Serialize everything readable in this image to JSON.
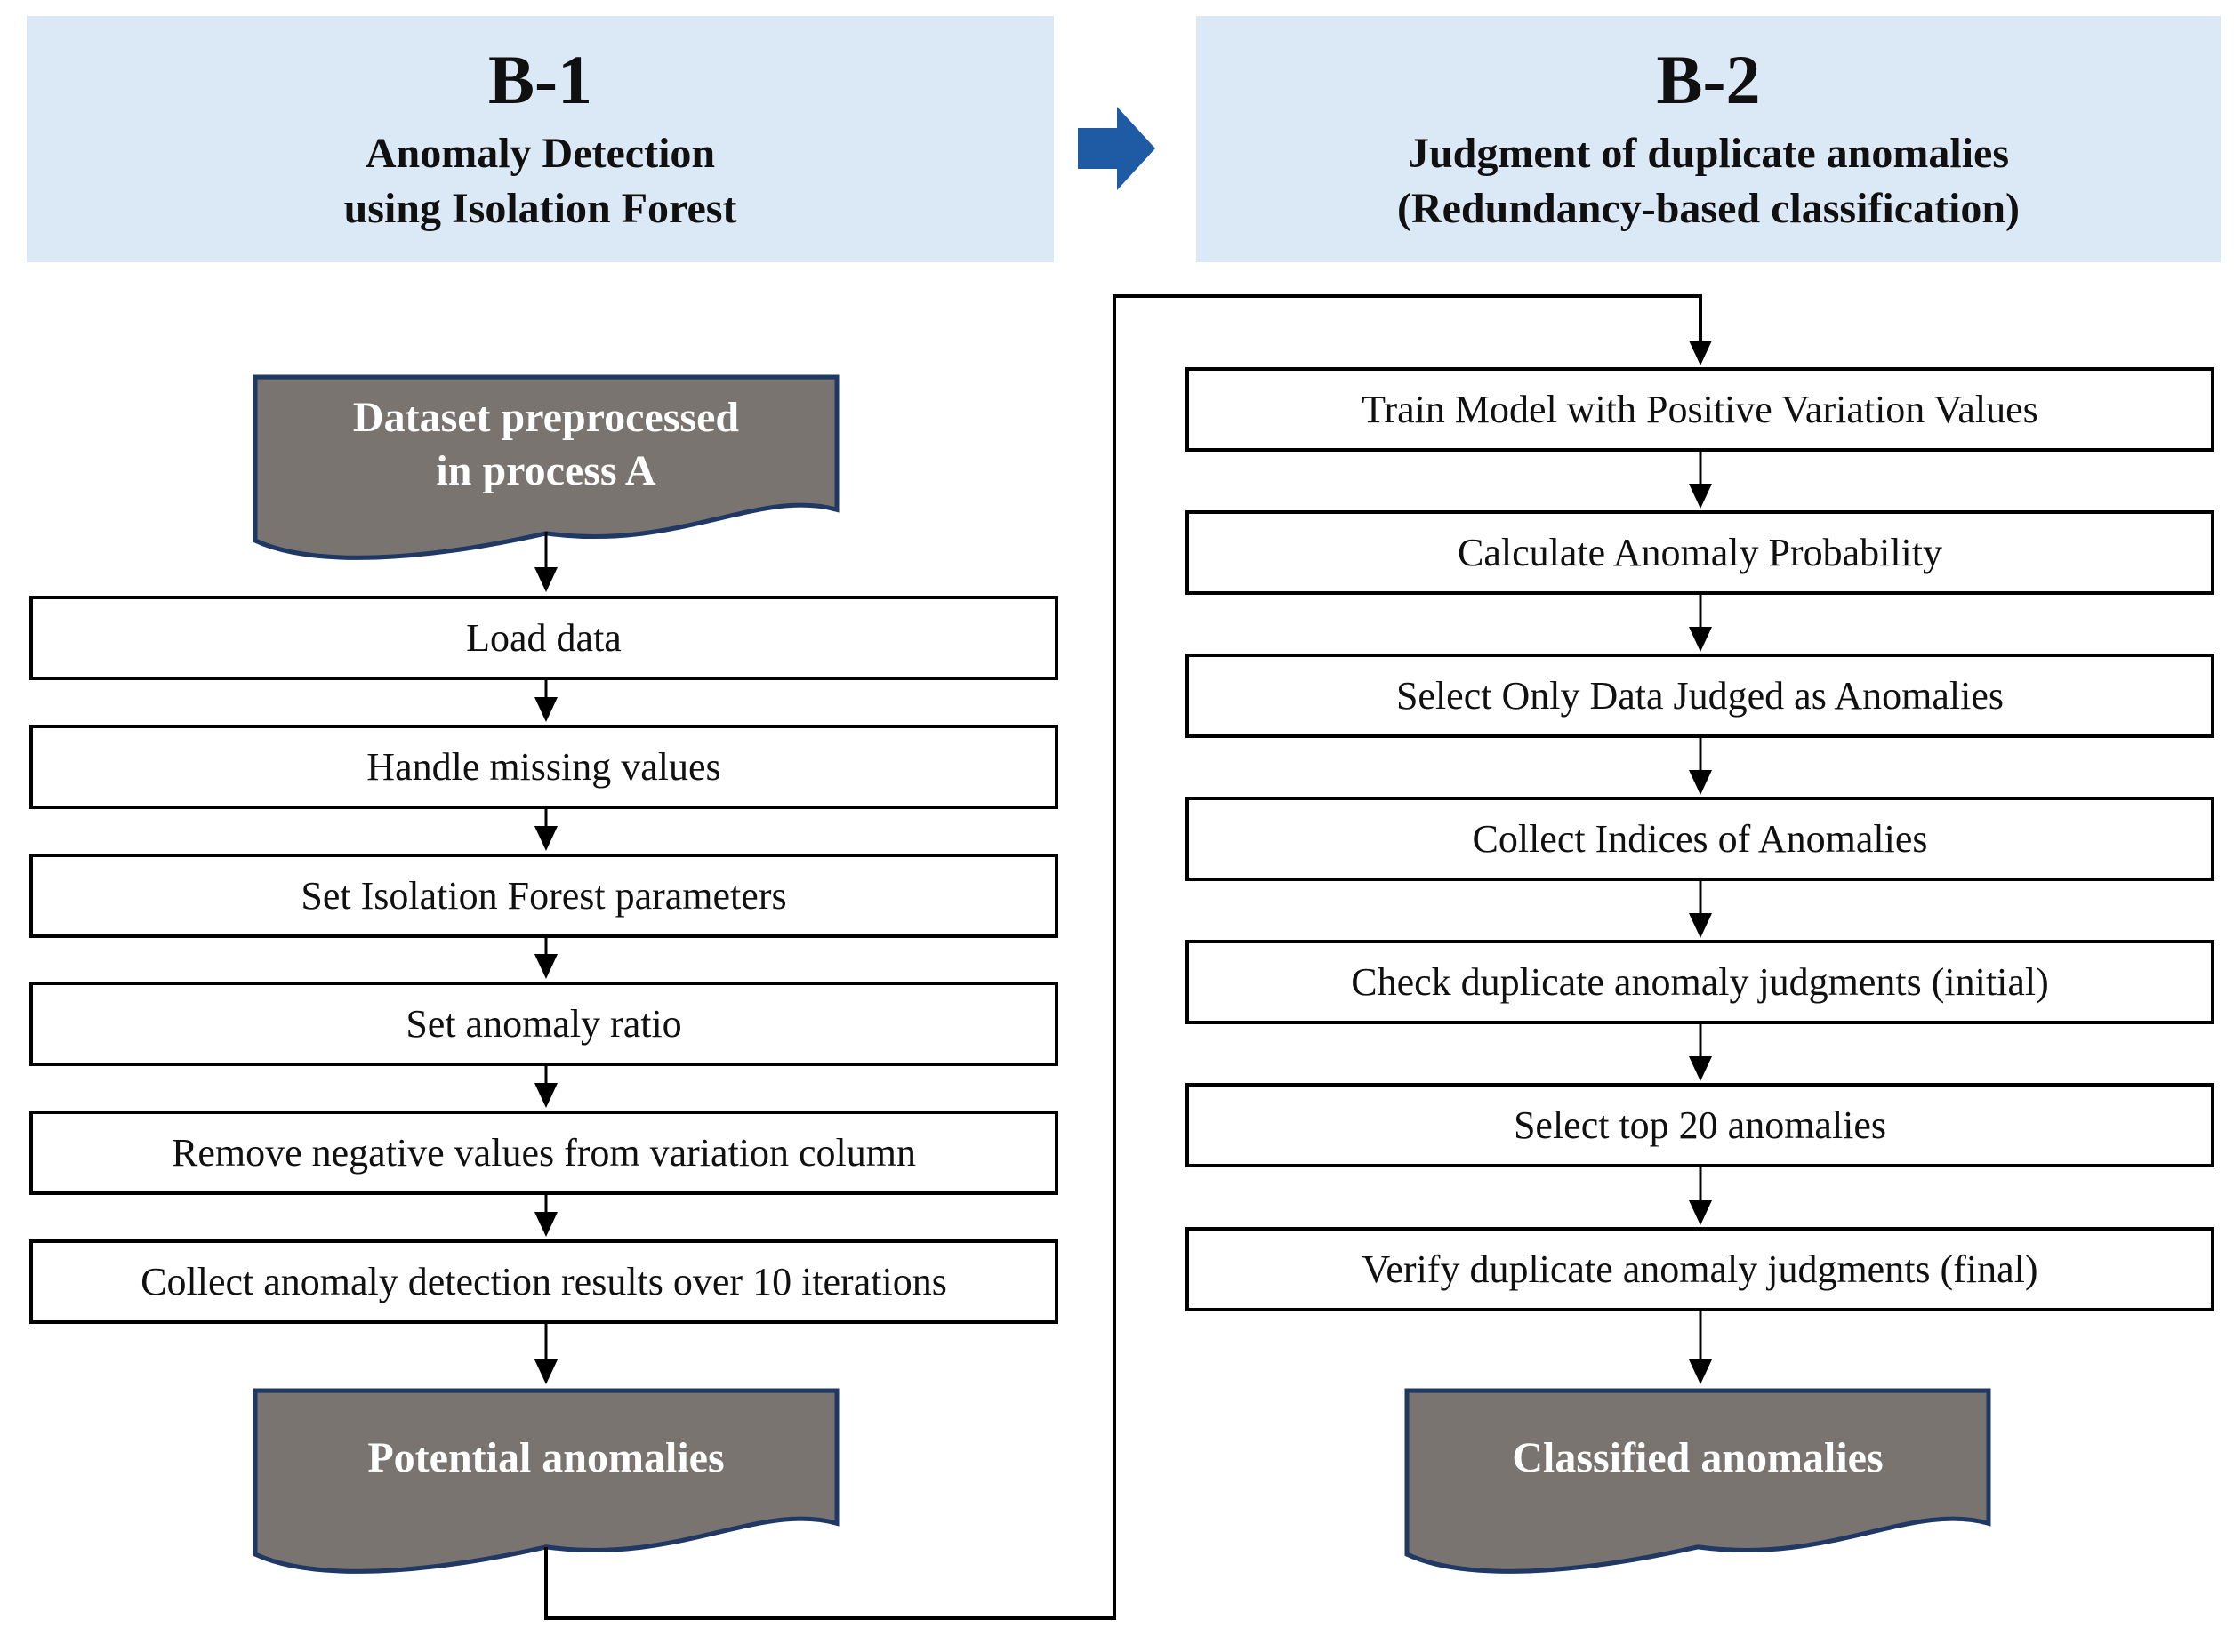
{
  "colors": {
    "header_bg": "#dbe8f5",
    "accent_blue": "#1f5aa5",
    "doc_fill": "#7a7470",
    "doc_border": "#1f3864",
    "doc_text": "#ffffff",
    "box_bg": "#ffffff",
    "box_border": "#000000",
    "line_color": "#000000",
    "text_color": "#101010"
  },
  "headers": {
    "b1": {
      "title": "B-1",
      "subtitle_line1": "Anomaly Detection",
      "subtitle_line2": "using Isolation Forest"
    },
    "b2": {
      "title": "B-2",
      "subtitle_line1": "Judgment of duplicate anomalies",
      "subtitle_line2": "(Redundancy-based classification)"
    },
    "transition_arrow": "right-block-arrow"
  },
  "b1": {
    "input_document": {
      "line1": "Dataset preprocessed",
      "line2": "in process A"
    },
    "steps": [
      "Load data",
      "Handle missing values",
      "Set Isolation Forest parameters",
      "Set anomaly ratio",
      "Remove negative values from variation column",
      "Collect anomaly detection results over 10 iterations"
    ],
    "output_document": "Potential anomalies"
  },
  "b2": {
    "steps": [
      "Train Model with Positive Variation Values",
      "Calculate Anomaly Probability",
      "Select Only Data Judged as Anomalies",
      "Collect Indices of Anomalies",
      "Check duplicate anomaly judgments (initial)",
      "Select top 20 anomalies",
      "Verify duplicate anomaly judgments (final)"
    ],
    "output_document": "Classified anomalies"
  }
}
